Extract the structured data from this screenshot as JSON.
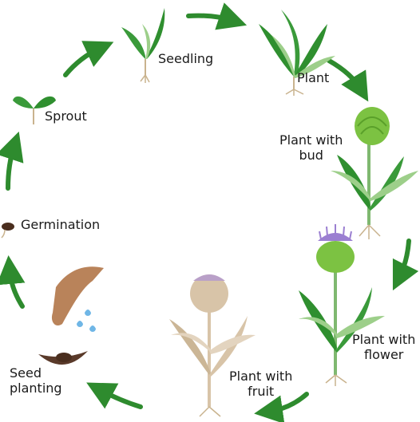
{
  "colors": {
    "arrow": "#2e8b2e",
    "leaf_dark": "#2f8f2f",
    "leaf_light": "#9dcf8a",
    "bud": "#7cc242",
    "flower": "#9b7fd1",
    "fruit_plant": "#d8c4a8",
    "soil": "#5a3a2a",
    "hand": "#b9835a",
    "water": "#6fb6e6",
    "root": "#c9b38e"
  },
  "stages": [
    {
      "id": "seedling",
      "lines": [
        "Seedling"
      ]
    },
    {
      "id": "plant",
      "lines": [
        "Plant"
      ]
    },
    {
      "id": "bud",
      "lines": [
        "Plant with",
        "bud"
      ]
    },
    {
      "id": "flower",
      "lines": [
        "Plant with",
        "flower"
      ]
    },
    {
      "id": "fruit",
      "lines": [
        "Plant with",
        "fruit"
      ]
    },
    {
      "id": "planting",
      "lines": [
        "Seed",
        "planting"
      ]
    },
    {
      "id": "germination",
      "lines": [
        "Germination"
      ]
    },
    {
      "id": "sprout",
      "lines": [
        "Sprout"
      ]
    }
  ]
}
